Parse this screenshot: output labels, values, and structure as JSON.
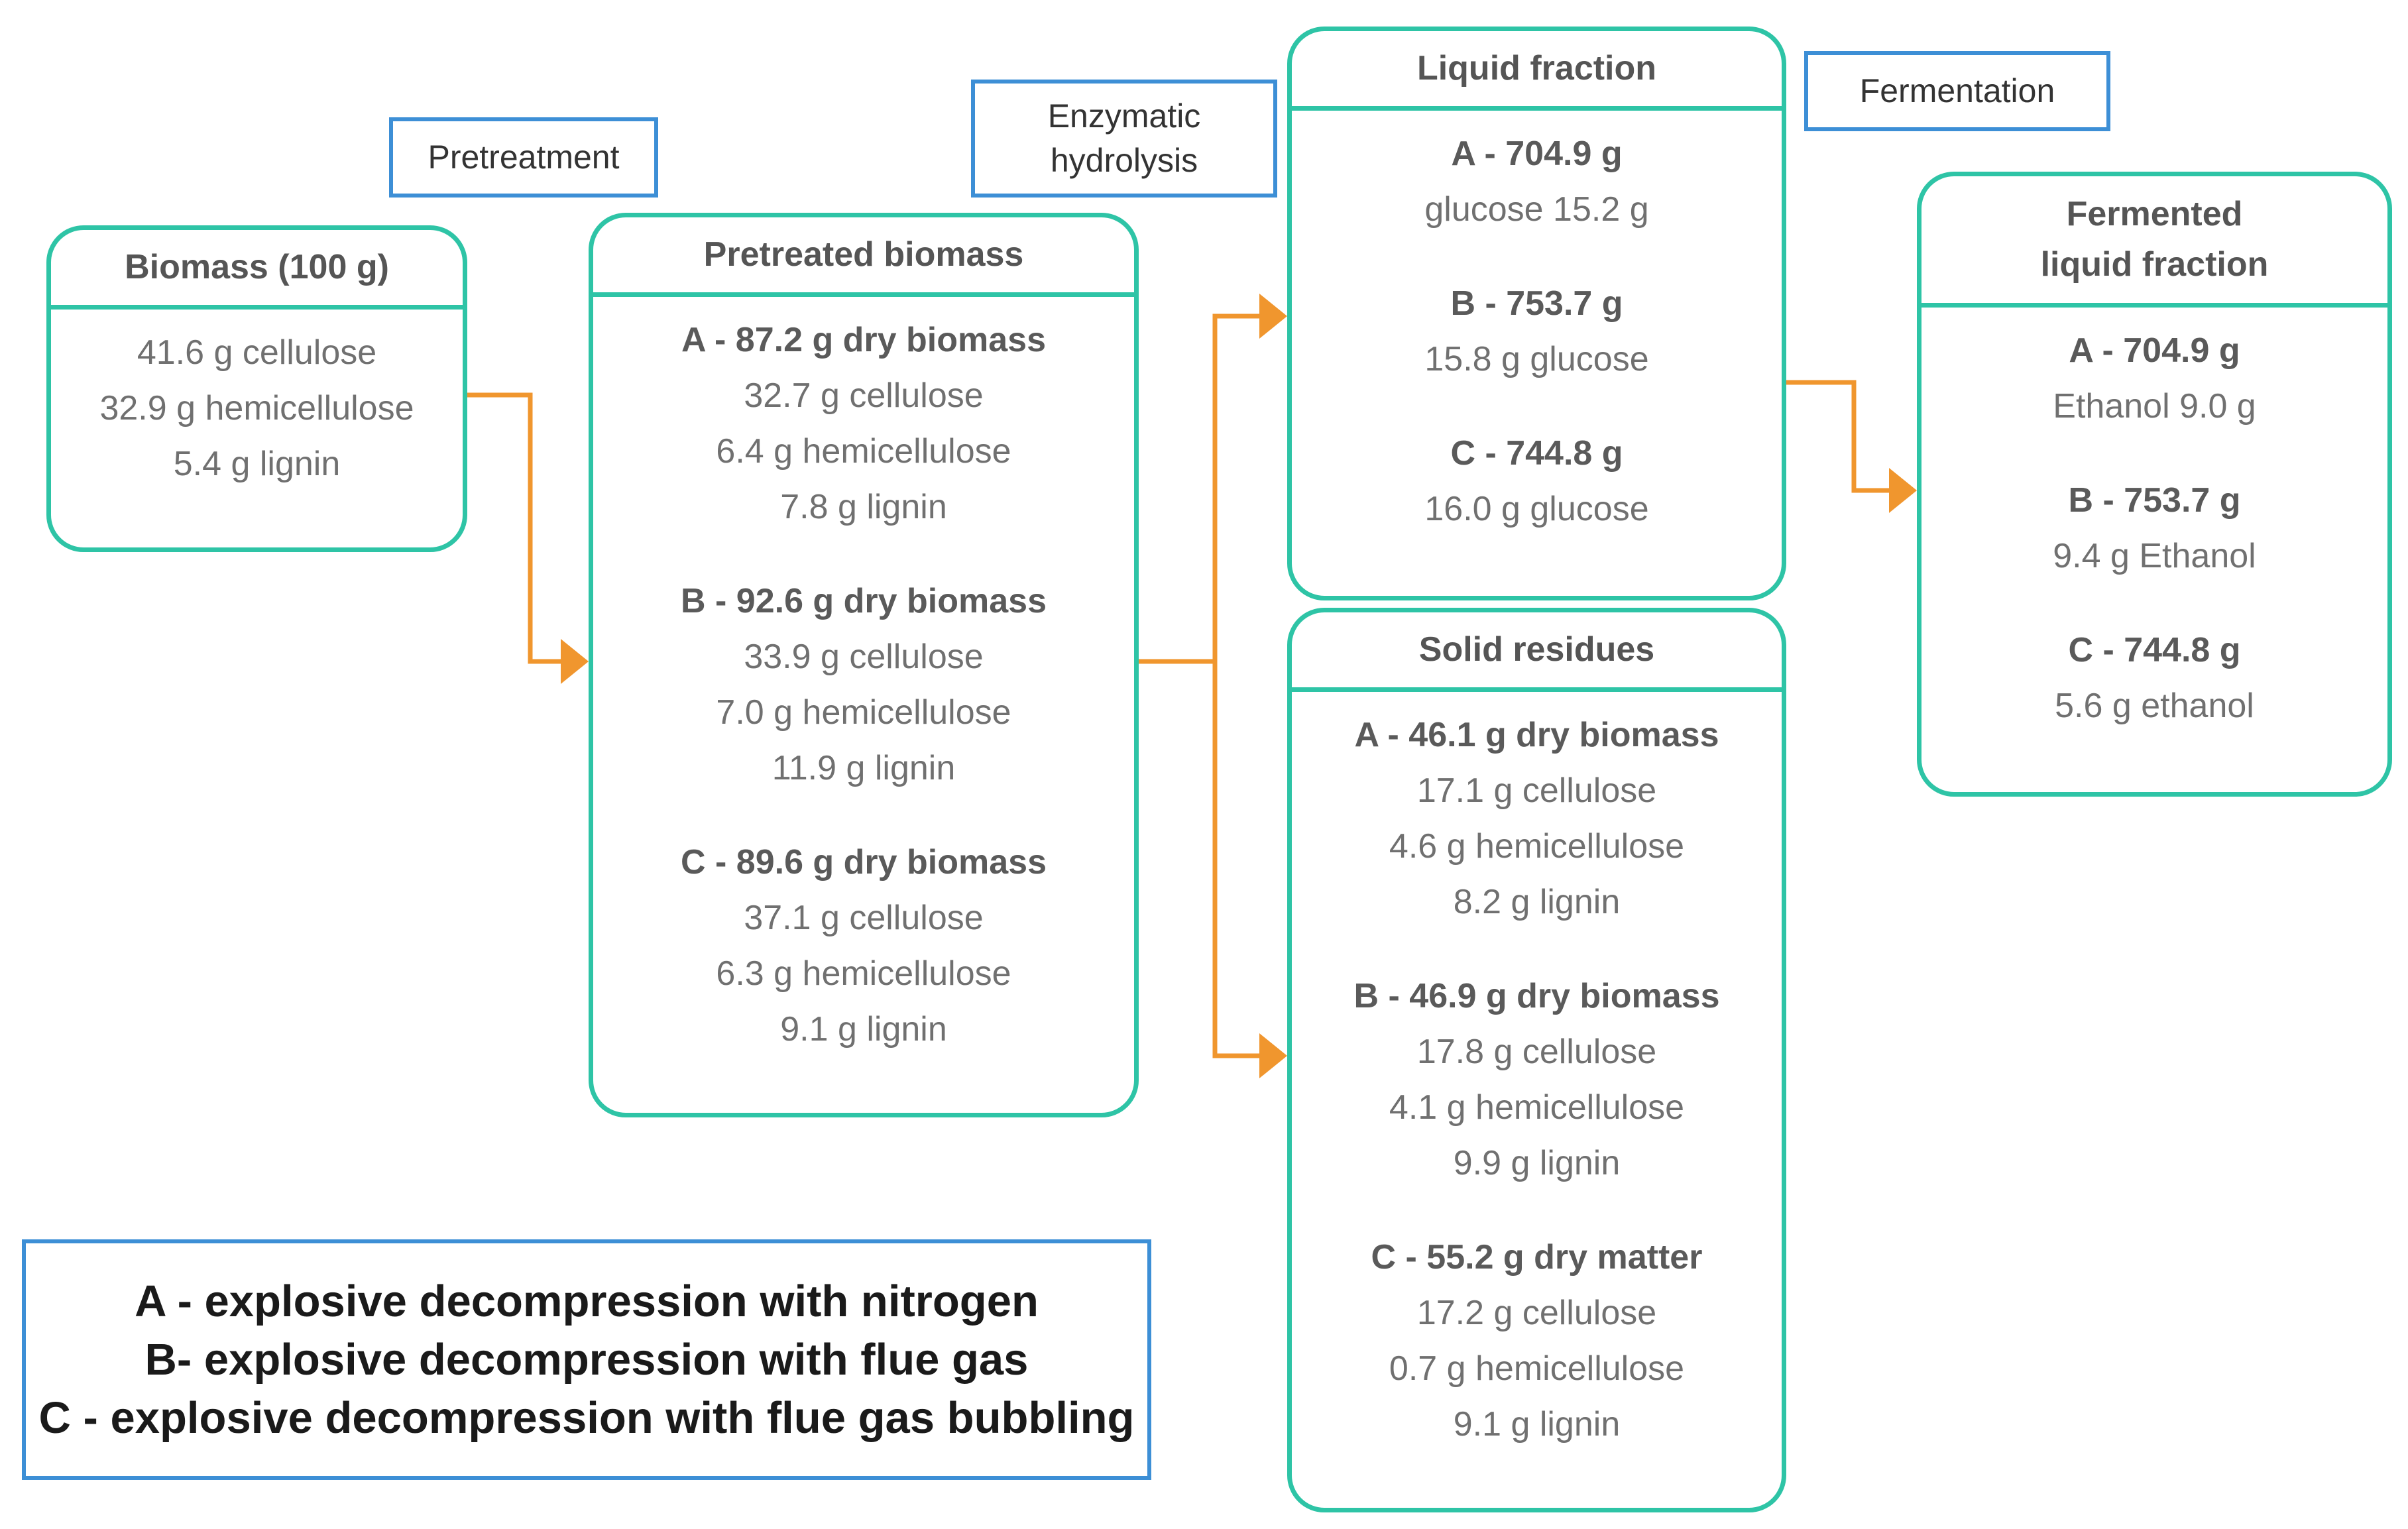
{
  "labels": {
    "pretreatment": "Pretreatment",
    "enzymatic_line1": "Enzymatic",
    "enzymatic_line2": "hydrolysis",
    "fermentation": "Fermentation"
  },
  "biomass": {
    "title": "Biomass (100 g)",
    "lines": [
      "41.6 g cellulose",
      "32.9 g hemicellulose",
      "5.4 g lignin"
    ]
  },
  "pretreated": {
    "title": "Pretreated biomass",
    "groups": [
      {
        "head": "A - 87.2 g dry biomass",
        "lines": [
          "32.7 g cellulose",
          "6.4 g hemicellulose",
          "7.8 g lignin"
        ]
      },
      {
        "head": "B - 92.6 g dry biomass",
        "lines": [
          "33.9 g cellulose",
          "7.0 g hemicellulose",
          "11.9 g lignin"
        ]
      },
      {
        "head": "C - 89.6 g dry biomass",
        "lines": [
          "37.1 g  cellulose",
          "6.3 g hemicellulose",
          "9.1 g lignin"
        ]
      }
    ]
  },
  "liquid": {
    "title": "Liquid fraction",
    "groups": [
      {
        "head": "A - 704.9 g",
        "lines": [
          "glucose 15.2 g"
        ]
      },
      {
        "head": "B - 753.7 g",
        "lines": [
          "15.8 g glucose"
        ]
      },
      {
        "head": "C - 744.8 g",
        "lines": [
          "16.0 g glucose"
        ]
      }
    ]
  },
  "solid": {
    "title": "Solid residues",
    "groups": [
      {
        "head": "A - 46.1 g dry biomass",
        "lines": [
          "17.1 g cellulose",
          "4.6 g hemicellulose",
          "8.2 g lignin"
        ]
      },
      {
        "head": "B - 46.9 g dry biomass",
        "lines": [
          "17.8 g cellulose",
          "4.1 g hemicellulose",
          "9.9 g lignin"
        ]
      },
      {
        "head": "C - 55.2 g dry matter",
        "lines": [
          "17.2 g cellulose",
          "0.7 g hemicellulose",
          "9.1 g lignin"
        ]
      }
    ]
  },
  "fermented": {
    "title_line1": "Fermented",
    "title_line2": "liquid fraction",
    "groups": [
      {
        "head": "A - 704.9 g",
        "lines": [
          "Ethanol 9.0 g"
        ]
      },
      {
        "head": "B - 753.7 g",
        "lines": [
          "9.4 g Ethanol"
        ]
      },
      {
        "head": "C - 744.8 g",
        "lines": [
          "5.6 g ethanol"
        ]
      }
    ]
  },
  "legend": {
    "lines": [
      "A - explosive decompression with nitrogen",
      "B- explosive decompression with flue gas",
      "C - explosive decompression with flue gas bubbling"
    ]
  },
  "colors": {
    "box_border": "#2ec4a6",
    "label_border": "#3d8fd6",
    "arrow": "#f0962e"
  }
}
